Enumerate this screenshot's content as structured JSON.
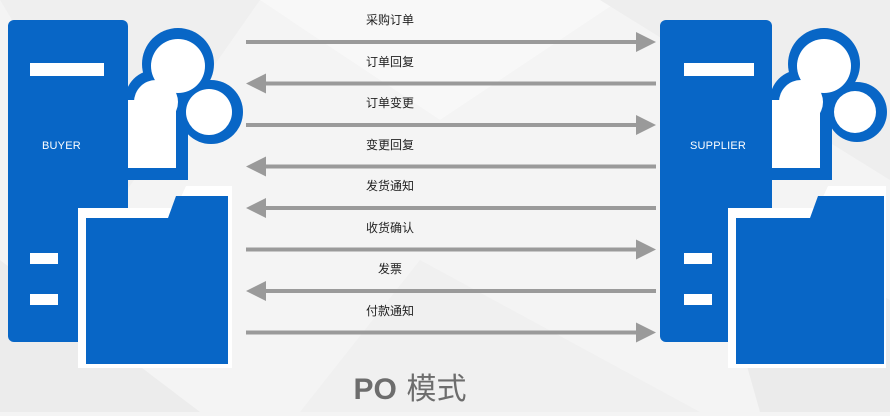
{
  "buyer": {
    "label": "BUYER"
  },
  "supplier": {
    "label": "SUPPLIER"
  },
  "messages": [
    {
      "label": "采购订单",
      "direction": "to-supplier"
    },
    {
      "label": "订单回复",
      "direction": "to-buyer"
    },
    {
      "label": "订单变更",
      "direction": "to-supplier"
    },
    {
      "label": "变更回复",
      "direction": "to-buyer"
    },
    {
      "label": "发货通知",
      "direction": "to-buyer"
    },
    {
      "label": "收货确认",
      "direction": "to-supplier"
    },
    {
      "label": "发票",
      "direction": "to-buyer"
    },
    {
      "label": "付款通知",
      "direction": "to-supplier"
    }
  ],
  "title": {
    "latin": "PO",
    "cjk": "模式"
  },
  "colors": {
    "node": "#0866c6",
    "node_light": "#ffffff",
    "arrow": "#9a9a9a"
  }
}
